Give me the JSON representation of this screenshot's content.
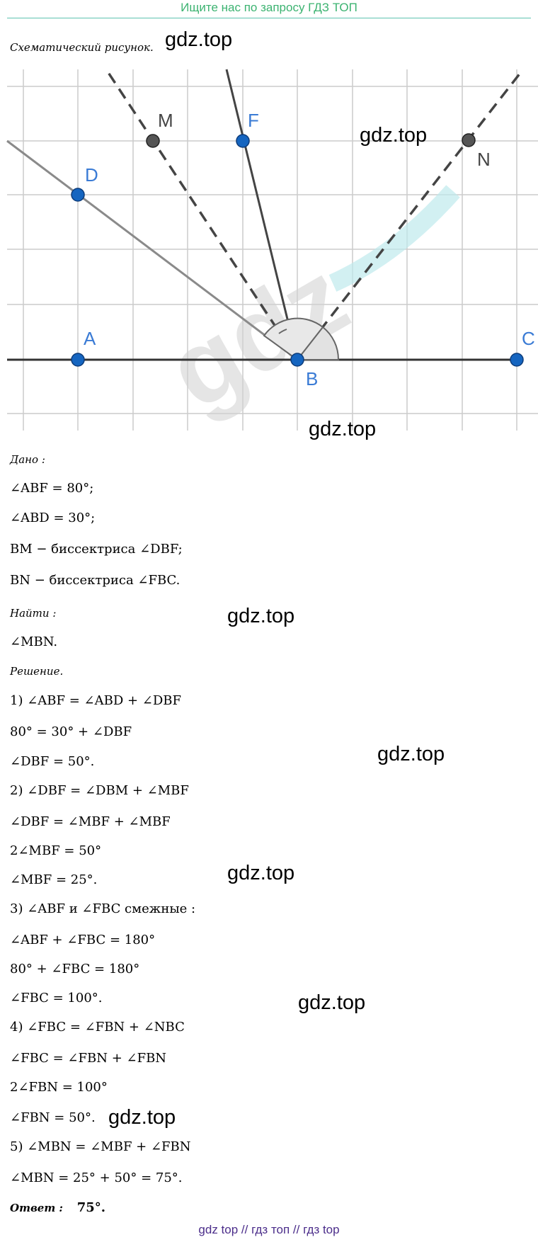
{
  "header": {
    "text": "Ищите нас по запросу ГДЗ ТОП"
  },
  "caption": "Схематический рисунок.",
  "watermark": "gdz.top",
  "figure": {
    "points": [
      "A",
      "B",
      "C",
      "D",
      "F",
      "M",
      "N"
    ],
    "colors": {
      "blue_point": "#1565c0",
      "gray_point": "#555555",
      "grid": "#cccccc"
    }
  },
  "given": {
    "label": "Дано :",
    "lines": [
      "∠ABF = 80°;",
      "∠ABD = 30°;",
      "BM − биссектриса ∠DBF;",
      "BN − биссектриса ∠FBC."
    ]
  },
  "find": {
    "label": "Найти :",
    "lines": [
      "∠MBN."
    ]
  },
  "solution": {
    "label": "Решение.",
    "lines": [
      "1) ∠ABF = ∠ABD + ∠DBF",
      "80° = 30° + ∠DBF",
      "∠DBF = 50°.",
      "2) ∠DBF = ∠DBM + ∠MBF",
      "∠DBF = ∠MBF + ∠MBF",
      "2∠MBF = 50°",
      "∠MBF = 25°.",
      "3) ∠ABF и ∠FBC смежные :",
      "∠ABF + ∠FBC = 180°",
      "80° + ∠FBC = 180°",
      "∠FBC = 100°.",
      "4) ∠FBC = ∠FBN + ∠NBC",
      "∠FBC = ∠FBN + ∠FBN",
      "2∠FBN = 100°",
      "∠FBN = 50°.",
      "5) ∠MBN = ∠MBF + ∠FBN",
      "∠MBN = 25° + 50° = 75°."
    ]
  },
  "answer": {
    "label": "Ответ :",
    "value": "75°."
  },
  "footer": {
    "text": "gdz top  //  гдз топ  //  гдз top"
  }
}
